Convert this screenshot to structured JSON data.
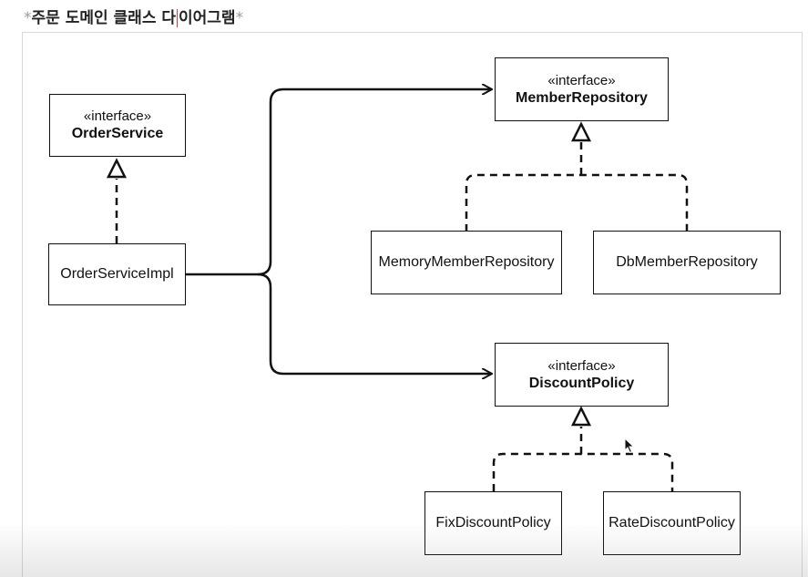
{
  "header": {
    "star_left": "*",
    "title_part1": "주문 도메인 클래스 다",
    "title_part2": "이어그램",
    "star_right": "*"
  },
  "diagram": {
    "stereotype": "«interface»",
    "order_service": "OrderService",
    "order_service_impl": "OrderServiceImpl",
    "member_repository": "MemberRepository",
    "memory_member_repository": "MemoryMemberRepository",
    "db_member_repository": "DbMemberRepository",
    "discount_policy": "DiscountPolicy",
    "fix_discount_policy": "FixDiscountPolicy",
    "rate_discount_policy": "RateDiscountPolicy"
  }
}
